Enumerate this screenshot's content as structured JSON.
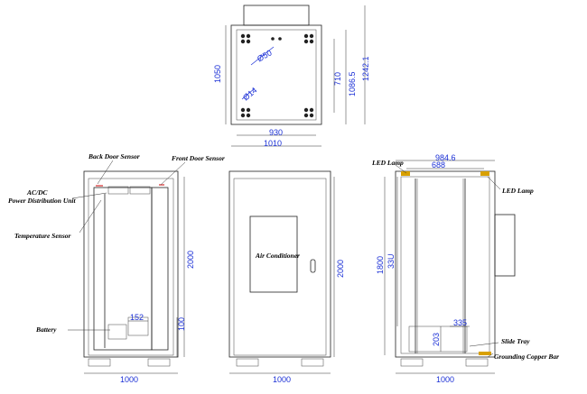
{
  "top_view": {
    "dims": {
      "width_inner": "930",
      "width_outer": "1010",
      "depth_outer": "1050",
      "hole_pitch": "710",
      "depth_mid": "1086.5",
      "depth_total": "1242.1",
      "hole_large": "Ø50",
      "hole_small": "Ø14"
    }
  },
  "front_open_view": {
    "labels": {
      "back_door_sensor": "Back Door Sensor",
      "front_door_sensor": "Front Door Sensor",
      "power_unit_line1": "AC/DC",
      "power_unit_line2": "Power Distribution Unit",
      "temperature_sensor": "Temperature Sensor",
      "battery": "Battery"
    },
    "dims": {
      "height": "2000",
      "battery_width": "152",
      "battery_height": "100",
      "width": "1000"
    }
  },
  "front_closed_view": {
    "labels": {
      "air_conditioner": "Air Conditioner"
    },
    "dims": {
      "height": "2000",
      "width": "1000"
    }
  },
  "side_view": {
    "labels": {
      "led_lamp_left": "LED Lamp",
      "led_lamp_right": "LED Lamp",
      "slide_tray": "Slide Tray",
      "grounding_bar": "Grounding Copper Bar"
    },
    "dims": {
      "outer_width": "984.6",
      "inner_width": "688",
      "height": "1800",
      "rail_height": "33U",
      "tray_depth": "335",
      "tray_height": "203",
      "width": "1000"
    }
  }
}
